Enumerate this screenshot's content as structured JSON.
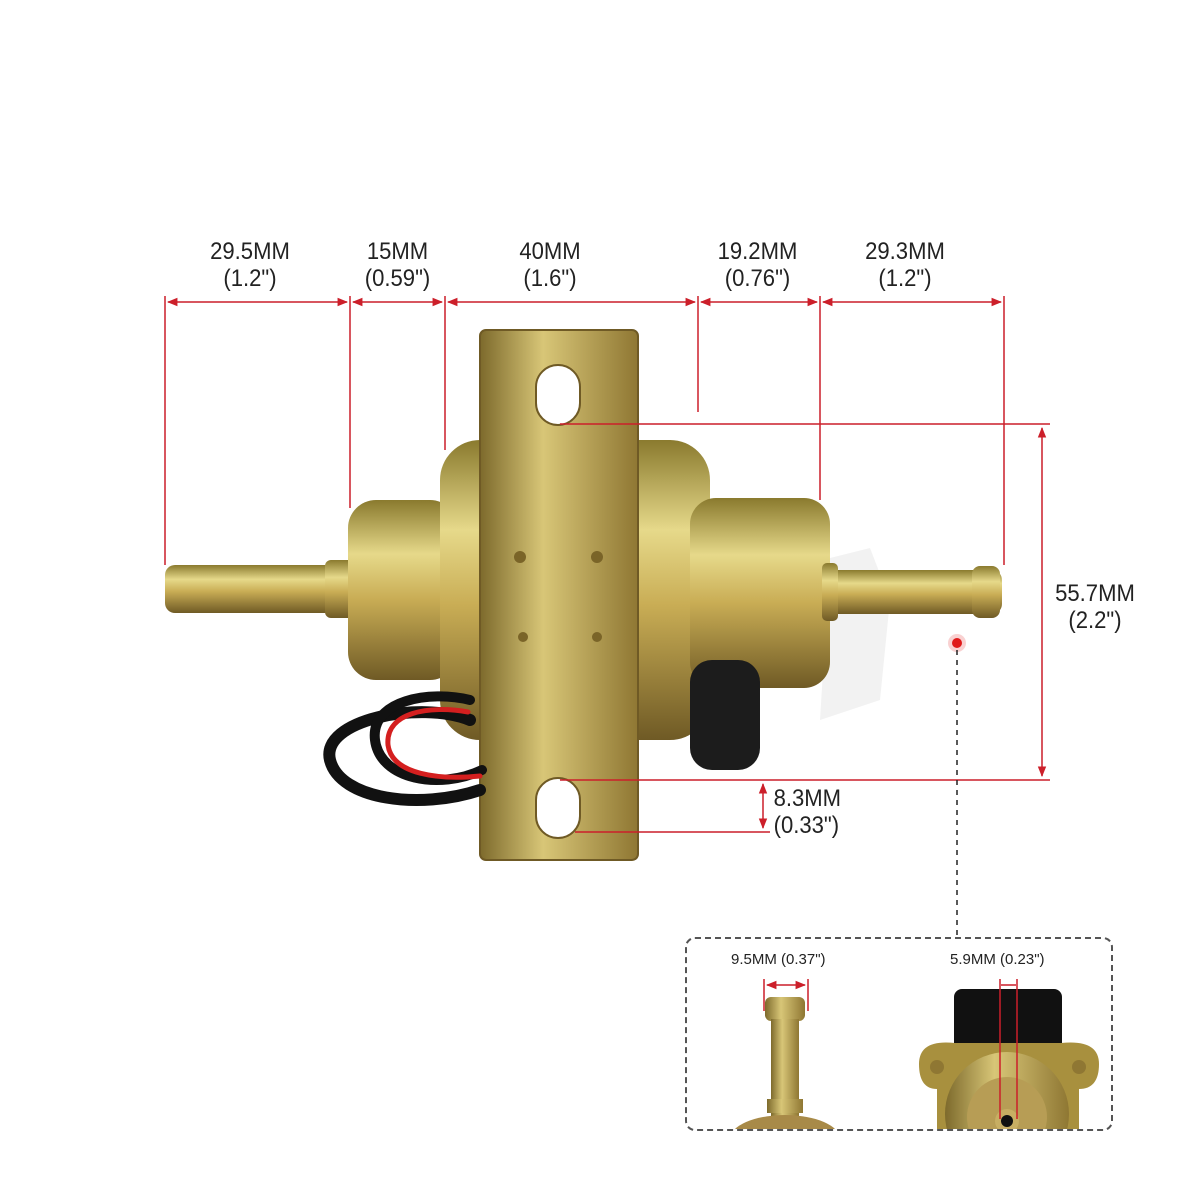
{
  "diagram": {
    "subject": "Electric fuel pump (dimension drawing)",
    "accent_color": "#cc1f2a",
    "top_dimensions": [
      {
        "mm": "29.5MM",
        "inch": "(1.2\")"
      },
      {
        "mm": "15MM",
        "inch": "(0.59\")"
      },
      {
        "mm": "40MM",
        "inch": "(1.6\")"
      },
      {
        "mm": "19.2MM",
        "inch": "(0.76\")"
      },
      {
        "mm": "29.3MM",
        "inch": "(1.2\")"
      }
    ],
    "height_dimension": {
      "mm": "55.7MM",
      "inch": "(2.2\")"
    },
    "bracket_offset": {
      "mm": "8.3MM",
      "inch": "(0.33\")"
    },
    "inset": {
      "nipple_diameter": "9.5MM (0.37\")",
      "outlet_diameter": "5.9MM (0.23\")"
    }
  }
}
